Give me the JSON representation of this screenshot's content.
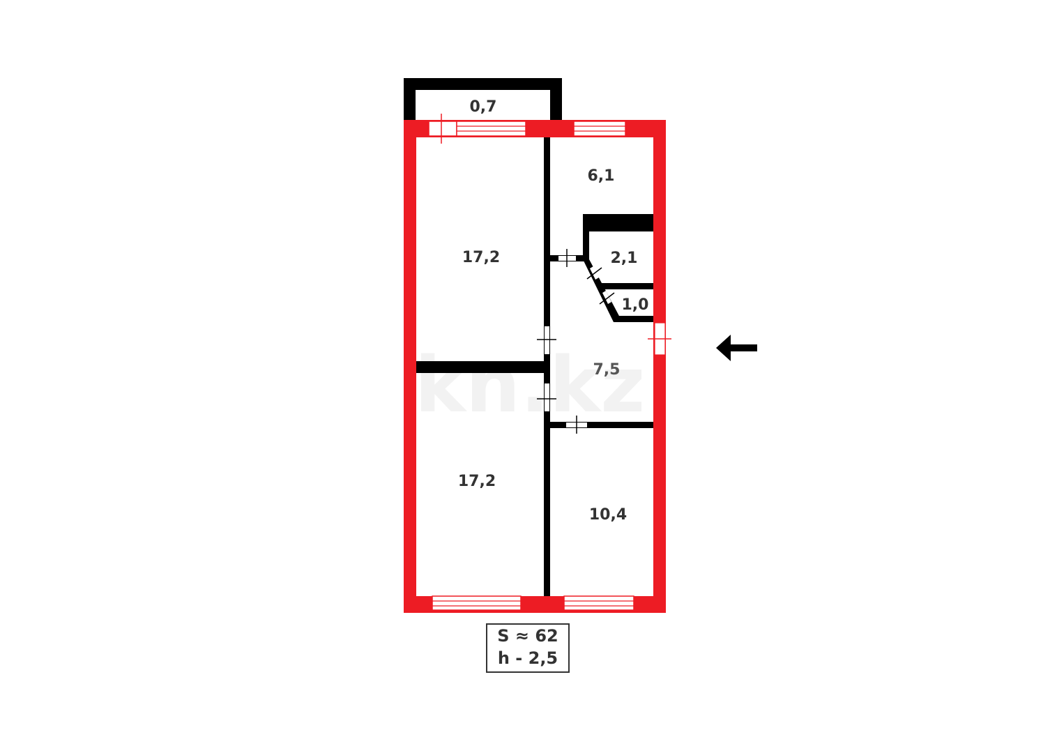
{
  "plan": {
    "rooms": [
      {
        "id": "balcony",
        "area": "0,7"
      },
      {
        "id": "bedroom-top-left",
        "area": "17,2"
      },
      {
        "id": "kitchen",
        "area": "6,1"
      },
      {
        "id": "bathroom",
        "area": "2,1"
      },
      {
        "id": "toilet",
        "area": "1,0"
      },
      {
        "id": "hallway",
        "area": "7,5"
      },
      {
        "id": "bedroom-bottom-left",
        "area": "17,2"
      },
      {
        "id": "room-bottom-right",
        "area": "10,4"
      }
    ],
    "summary": {
      "total_area": "S ≈ 62",
      "ceiling_height": "h - 2,5"
    },
    "watermark": "kn.kz",
    "entrance_arrow": "arrow-left",
    "colors": {
      "exterior_wall": "#ed1c24",
      "interior_wall": "#000000",
      "label": "#333333"
    }
  }
}
